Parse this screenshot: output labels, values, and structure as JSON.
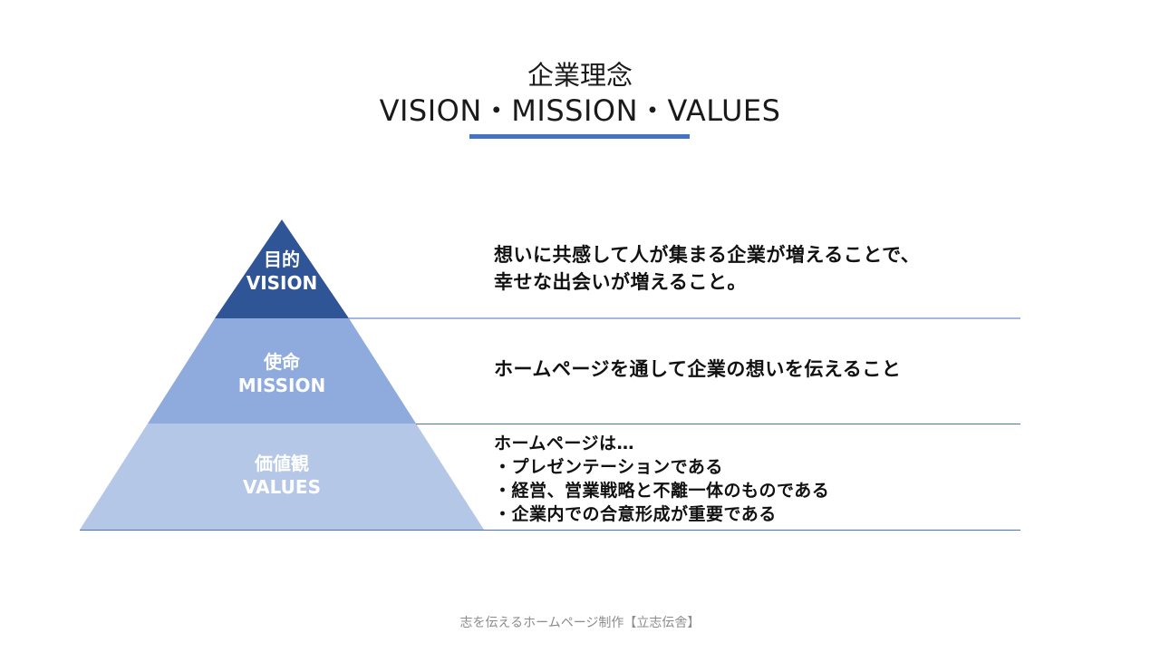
{
  "title": {
    "line1": "企業理念",
    "line2": "VISION・MISSION・VALUES",
    "accent_color": "#4472c4"
  },
  "pyramid": {
    "tiers": [
      {
        "label_jp": "目的",
        "label_en": "VISION",
        "color": "#2f5597",
        "description": [
          "想いに共感して人が集まる企業が増えることで、",
          "幸せな出会いが増えること。"
        ]
      },
      {
        "label_jp": "使命",
        "label_en": "MISSION",
        "color": "#8faadc",
        "description": [
          "ホームページを通して企業の想いを伝えること"
        ]
      },
      {
        "label_jp": "価値観",
        "label_en": "VALUES",
        "color": "#b4c7e7",
        "description": [
          "ホームページは…",
          "・プレゼンテーションである",
          "・経営、営業戦略と不離一体のものである",
          "・企業内での合意形成が重要である"
        ]
      }
    ],
    "divider_color": "#4472c4"
  },
  "footer": {
    "text": "志を伝えるホームページ制作【立志伝舎】"
  }
}
